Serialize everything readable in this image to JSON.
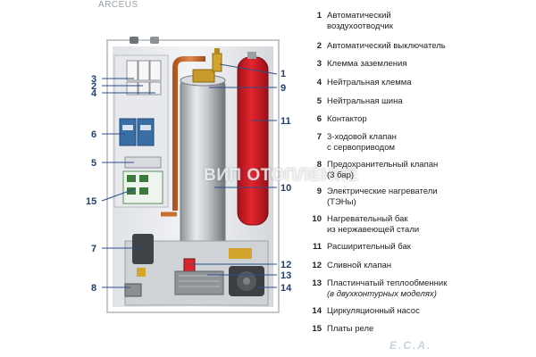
{
  "brand": "ARCEUS",
  "watermark": "ВИП ОТОПЛЕНИЕ",
  "logo": "E.C.A.",
  "callouts": [
    "1",
    "9",
    "11",
    "10",
    "12",
    "13",
    "14",
    "3",
    "2",
    "4",
    "6",
    "5",
    "15",
    "7",
    "8"
  ],
  "legend": [
    {
      "num": "1",
      "text": "Автоматический",
      "text2": "воздухоотводчик"
    },
    {
      "num": "2",
      "text": "Автоматический выключатель"
    },
    {
      "num": "3",
      "text": "Клемма заземления"
    },
    {
      "num": "4",
      "text": "Нейтральная клемма"
    },
    {
      "num": "5",
      "text": "Нейтральная шина"
    },
    {
      "num": "6",
      "text": "Контактор"
    },
    {
      "num": "7",
      "text": "3-ходовой клапан",
      "text2": "с сервоприводом"
    },
    {
      "num": "8",
      "text": "Предохранительный клапан",
      "text2": "(3 бар)"
    },
    {
      "num": "9",
      "text": "Электрические нагреватели",
      "text2": "(ТЭНы)"
    },
    {
      "num": "10",
      "text": "Нагревательный бак",
      "text2": "из нержавеющей стали"
    },
    {
      "num": "11",
      "text": "Расширительный бак"
    },
    {
      "num": "12",
      "text": "Сливной клапан"
    },
    {
      "num": "13",
      "text": "Пластинчатый теплообменник",
      "note": "(в двухконтурных моделях)"
    },
    {
      "num": "14",
      "text": "Циркуляционный насос"
    },
    {
      "num": "15",
      "text": "Платы реле"
    }
  ]
}
